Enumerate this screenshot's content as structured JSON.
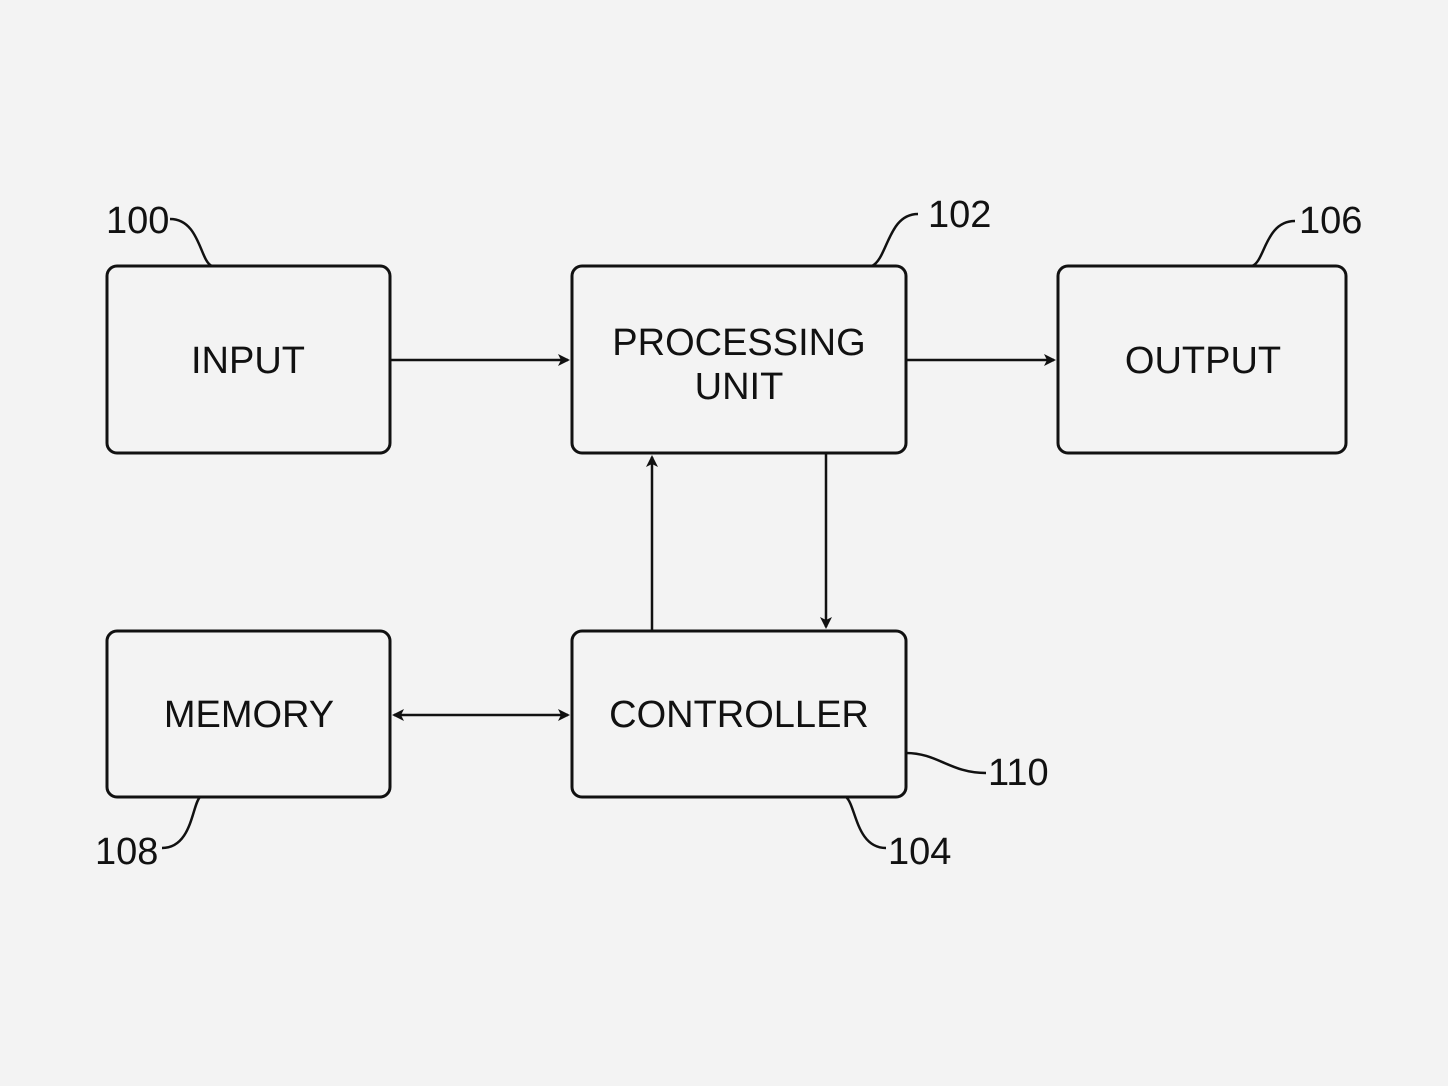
{
  "blocks": {
    "input": {
      "label": "INPUT",
      "ref": "100"
    },
    "processing_unit": {
      "label_line1": "PROCESSING",
      "label_line2": "UNIT",
      "ref": "102"
    },
    "output": {
      "label": "OUTPUT",
      "ref": "106"
    },
    "memory": {
      "label": "MEMORY",
      "ref": "108"
    },
    "controller": {
      "label": "CONTROLLER",
      "ref": "104"
    }
  },
  "references": {
    "controller_side": "110"
  },
  "colors": {
    "background": "#f3f3f3",
    "stroke": "#111111"
  }
}
